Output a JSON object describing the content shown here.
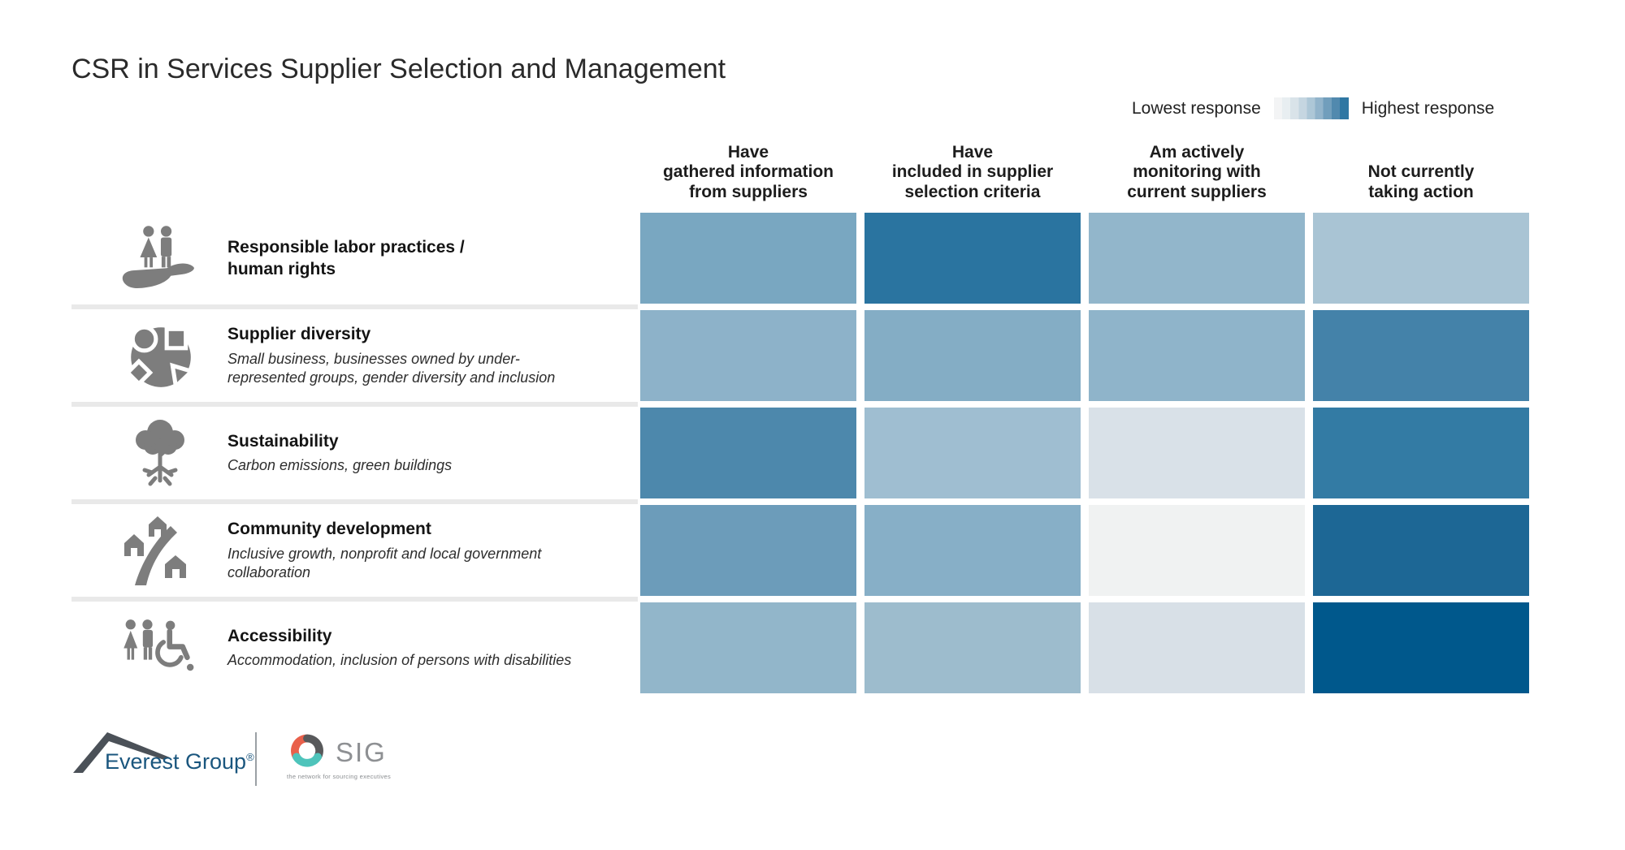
{
  "title": "CSR in Services Supplier Selection and Management",
  "legend": {
    "low_label": "Lowest response",
    "high_label": "Highest response"
  },
  "chart_data": {
    "type": "heatmap",
    "title": "CSR in Services Supplier Selection and Management",
    "value_encoding": "color intensity encodes response level (light = lowest response, dark = highest response); no numeric labels are shown in the figure",
    "legend": {
      "low": "Lowest response",
      "high": "Highest response",
      "gradient_endpoints": [
        "#f3f4f5",
        "#2f77a3"
      ]
    },
    "columns": [
      {
        "label": "Have\ngathered information\nfrom suppliers"
      },
      {
        "label": "Have\nincluded in supplier\nselection criteria"
      },
      {
        "label": "Am actively\nmonitoring with\ncurrent suppliers"
      },
      {
        "label": "Not currently\ntaking action"
      }
    ],
    "rows": [
      {
        "icon": "hand-holding-people-icon",
        "label": "Responsible labor practices /\nhuman rights",
        "description": "",
        "cell_colors": [
          "#79a7c1",
          "#2a74a0",
          "#92b6cb",
          "#a9c4d4"
        ],
        "intensity_est_0to100": [
          55,
          85,
          45,
          32
        ]
      },
      {
        "icon": "diversity-shapes-icon",
        "label": "Supplier diversity",
        "description": "Small business, businesses owned by under-\nrepresented groups, gender diversity and inclusion",
        "cell_colors": [
          "#8db2c9",
          "#84adc5",
          "#8fb4ca",
          "#4482a9"
        ],
        "intensity_est_0to100": [
          48,
          52,
          47,
          75
        ]
      },
      {
        "icon": "tree-icon",
        "label": "Sustainability",
        "description": "Carbon emissions, green buildings",
        "cell_colors": [
          "#4d88ac",
          "#9fbed1",
          "#d9e1e8",
          "#337ba4"
        ],
        "intensity_est_0to100": [
          72,
          40,
          15,
          80
        ]
      },
      {
        "icon": "community-houses-icon",
        "label": "Community development",
        "description": "Inclusive growth, nonprofit and local government\ncollaboration",
        "cell_colors": [
          "#6c9cba",
          "#87afc7",
          "#f0f2f2",
          "#1d6795"
        ],
        "intensity_est_0to100": [
          60,
          50,
          2,
          90
        ]
      },
      {
        "icon": "accessibility-people-icon",
        "label": "Accessibility",
        "description": "Accommodation, inclusion of persons with disabilities",
        "cell_colors": [
          "#92b6ca",
          "#9dbccd",
          "#d8e0e7",
          "#00588c"
        ],
        "intensity_est_0to100": [
          45,
          42,
          16,
          100
        ]
      }
    ]
  },
  "footer": {
    "left_brand": {
      "name": "Everest Group",
      "registered": "®"
    },
    "right_brand": {
      "name": "SIG",
      "tagline": "the network for sourcing executives"
    }
  }
}
